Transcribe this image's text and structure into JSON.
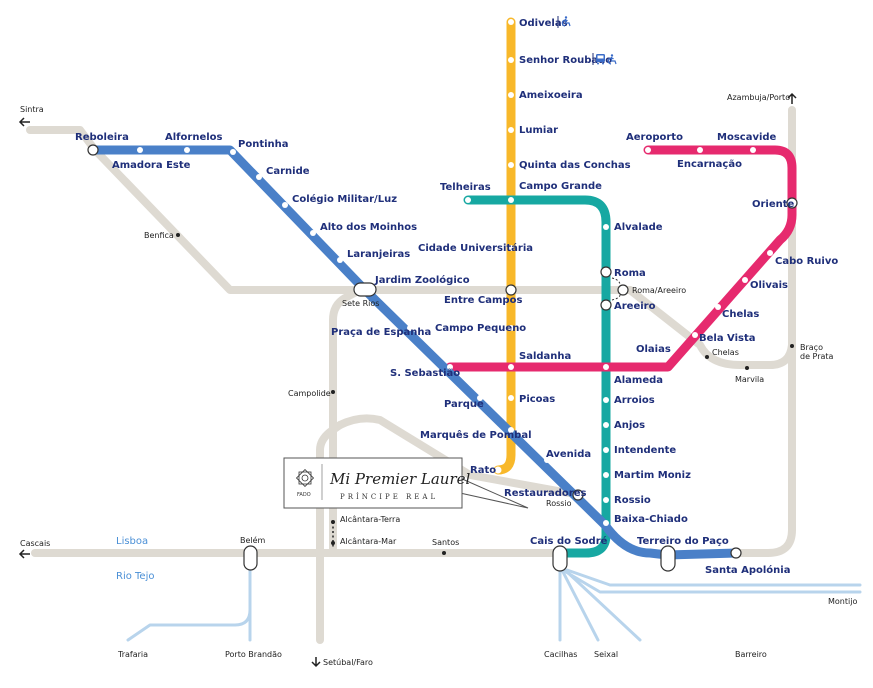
{
  "colors": {
    "blue": "#4a80c8",
    "yellow": "#f8b82a",
    "green": "#17a8a2",
    "red": "#e62a6e",
    "rail": "#dedad2",
    "ferry": "#b8d4ec",
    "text": "#1f2f7a"
  },
  "blue_line": {
    "stations": [
      "Reboleira",
      "Amadora Este",
      "Alfornelos",
      "Pontinha",
      "Carnide",
      "Colégio Militar/Luz",
      "Alto dos Moinhos",
      "Laranjeiras",
      "Jardim Zoológico",
      "Praça de Espanha",
      "S. Sebastião",
      "Parque",
      "Marquês de Pombal",
      "Avenida",
      "Restauradores",
      "Baixa-Chiado",
      "Terreiro do Paço",
      "Santa Apolónia"
    ]
  },
  "yellow_line": {
    "stations": [
      "Odivelas",
      "Senhor Roubado",
      "Ameixoeira",
      "Lumiar",
      "Quinta das Conchas",
      "Campo Grande",
      "Cidade Universitária",
      "Entre Campos",
      "Campo Pequeno",
      "Saldanha",
      "Picoas",
      "Marquês de Pombal",
      "Rato"
    ]
  },
  "green_line": {
    "stations": [
      "Telheiras",
      "Campo Grande",
      "Alvalade",
      "Roma",
      "Areeiro",
      "Alameda",
      "Arroios",
      "Anjos",
      "Intendente",
      "Martim Moniz",
      "Rossio",
      "Baixa-Chiado",
      "Cais do Sodré"
    ]
  },
  "red_line": {
    "stations": [
      "Aeroporto",
      "Encarnação",
      "Moscavide",
      "Oriente",
      "Cabo Ruivo",
      "Olivais",
      "Chelas",
      "Bela Vista",
      "Olaias",
      "Alameda",
      "Saldanha",
      "S. Sebastião"
    ]
  },
  "rail": {
    "stops": [
      "Sintra",
      "Benfica",
      "Sete Rios",
      "Campolide",
      "Alcântara-Terra",
      "Alcântara-Mar",
      "Santos",
      "Belém",
      "Cascais",
      "Azambuja/Porto",
      "Roma/Areeiro",
      "Chelas",
      "Marvila",
      "Braço de Prata",
      "Rossio",
      "Setúbal/Faro"
    ]
  },
  "ferry": {
    "destinations": [
      "Trafaria",
      "Porto Brandão",
      "Cacilhas",
      "Seixal",
      "Barreiro",
      "Montijo"
    ]
  },
  "water_labels": [
    "Lisboa",
    "Rio Tejo"
  ],
  "brand": {
    "name": "Mi Premier Laurel",
    "subtitle": "PRÍNCIPE REAL",
    "logo_text": "FADO"
  },
  "icons": {
    "odivelas": [
      "accessibility-icon"
    ],
    "senhor_roubado": [
      "bus-icon",
      "accessibility-icon"
    ]
  }
}
